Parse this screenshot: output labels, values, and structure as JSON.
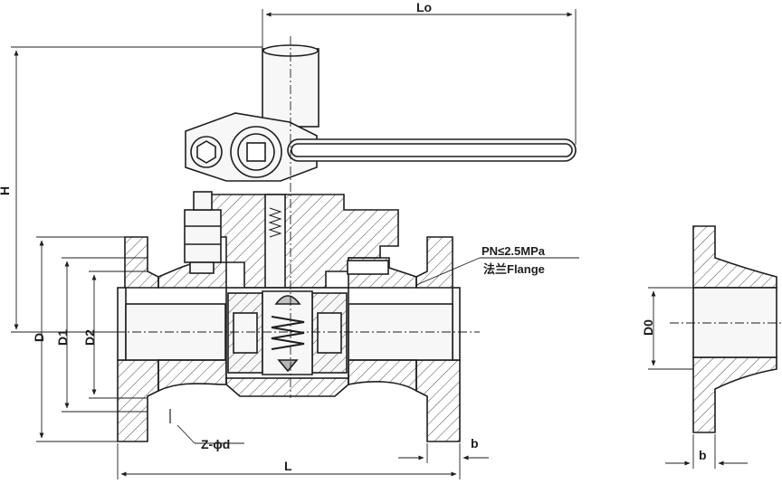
{
  "drawing": {
    "labels": {
      "L0": "Lo",
      "H": "H",
      "D": "D",
      "D1": "D1",
      "D2": "D2",
      "L": "L",
      "b_main": "b",
      "b_detail": "b",
      "D0": "D0",
      "Z_phi_d": "Z-ϕd",
      "pn_rating": "PN≤2.5MPa",
      "flange": "法兰Flange"
    },
    "colors": {
      "line": "#1e1e1e",
      "body_fill": "#f7f7f7",
      "background": "#ffffff"
    }
  }
}
